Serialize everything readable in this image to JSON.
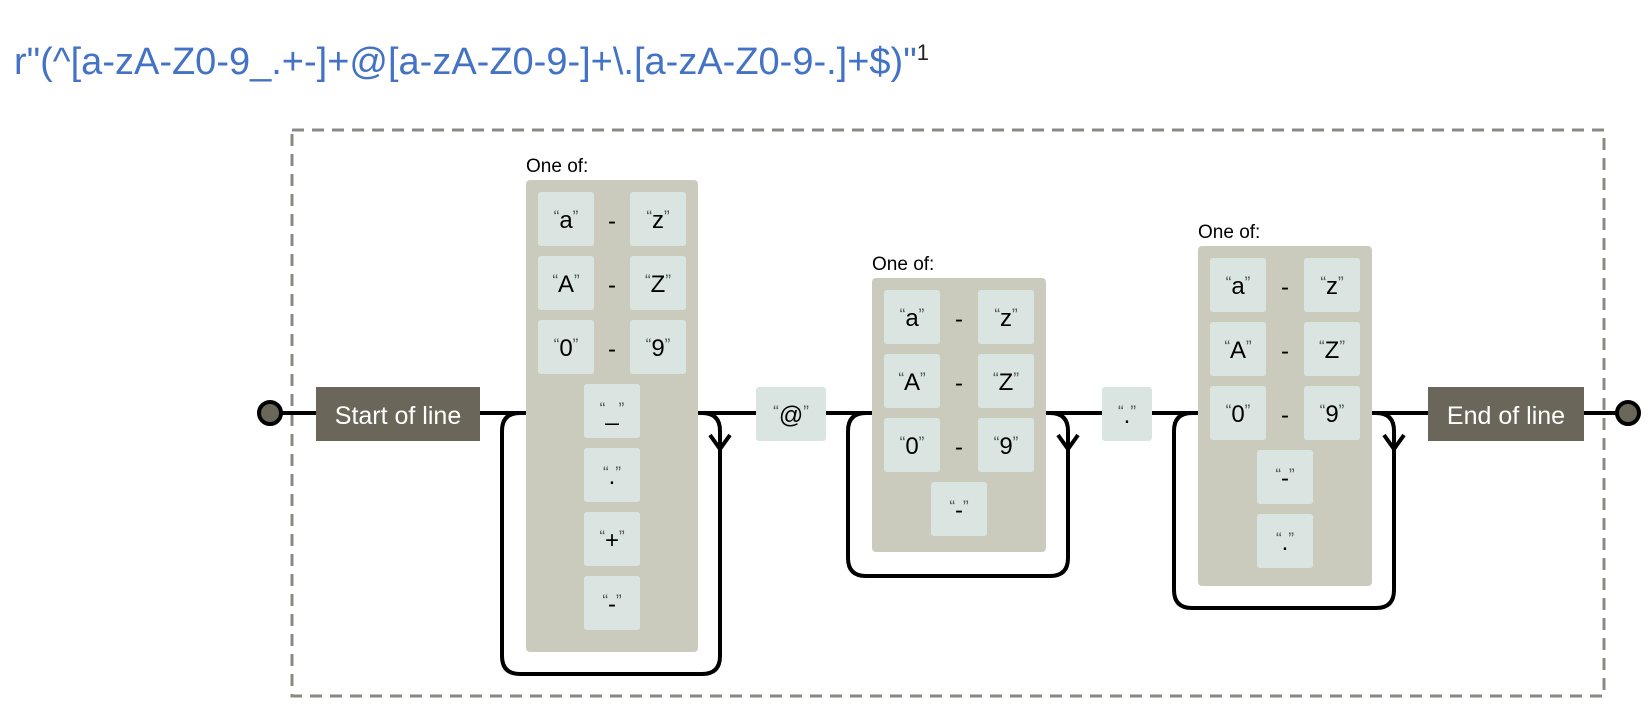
{
  "regex": {
    "pattern": "r\"(^[a-zA-Z0-9_.+-]+@[a-zA-Z0-9-]+\\.[a-zA-Z0-9-.]+$)\"",
    "footnote": "1"
  },
  "diagram": {
    "start_label": "Start of line",
    "end_label": "End of line",
    "range_dash": "-",
    "groups": [
      {
        "heading": "One of:",
        "ranges": [
          [
            "a",
            "z"
          ],
          [
            "A",
            "Z"
          ],
          [
            "0",
            "9"
          ]
        ],
        "singles": [
          "_",
          ".",
          "+",
          "-"
        ]
      },
      {
        "heading": "One of:",
        "ranges": [
          [
            "a",
            "z"
          ],
          [
            "A",
            "Z"
          ],
          [
            "0",
            "9"
          ]
        ],
        "singles": [
          "-"
        ]
      },
      {
        "heading": "One of:",
        "ranges": [
          [
            "a",
            "z"
          ],
          [
            "A",
            "Z"
          ],
          [
            "0",
            "9"
          ]
        ],
        "singles": [
          "-",
          "."
        ]
      }
    ],
    "literals": [
      "@",
      "."
    ]
  },
  "colors": {
    "regex_text": "#4472c4",
    "anchor_fill": "#6b665a",
    "group_fill": "#cbcbbd",
    "chip_fill": "#dae5e2",
    "line": "#000000",
    "border": "#8a8a84"
  }
}
